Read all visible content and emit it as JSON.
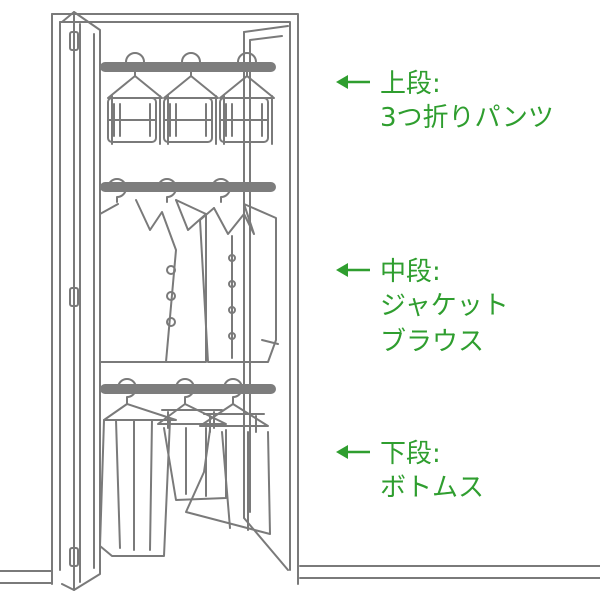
{
  "colors": {
    "line": "#7a7a7a",
    "rod": "#7d7d7d",
    "accent": "#2f9e2f",
    "background": "#ffffff"
  },
  "icons": {
    "arrow": "left-arrow-icon"
  },
  "labels": {
    "upper": {
      "tier": "上段:",
      "items": [
        "3つ折りパンツ"
      ]
    },
    "middle": {
      "tier": "中段:",
      "items": [
        "ジャケット",
        "ブラウス"
      ]
    },
    "lower": {
      "tier": "下段:",
      "items": [
        "ボトムス"
      ]
    }
  }
}
